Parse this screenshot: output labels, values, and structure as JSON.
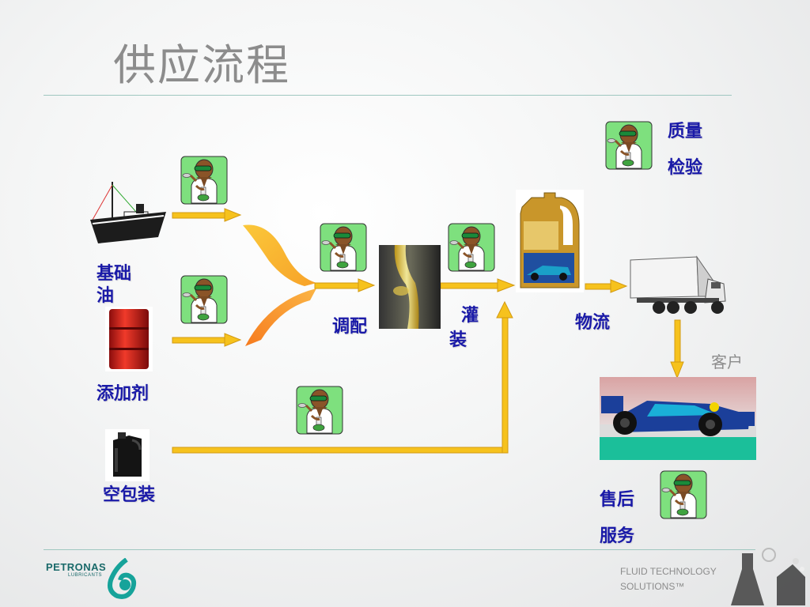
{
  "slide": {
    "title": "供应流程",
    "labels": {
      "base_oil": "基础油",
      "additive": "添加剂",
      "empty_pack": "空包装",
      "blending": "调配",
      "filling_1": "灌",
      "filling_2": "装",
      "logistics": "物流",
      "customer": "客户",
      "qc_1": "质量",
      "qc_2": "检验",
      "aftersales_1": "售后",
      "aftersales_2": "服务"
    },
    "footer": {
      "brand": "PETRONAS",
      "brand_sub": "LUBRICANTS",
      "tagline_1": "FLUID TECHNOLOGY",
      "tagline_2": "SOLUTIONS™"
    },
    "colors": {
      "label_blue": "#1a1aa8",
      "arrow_yellow": "#f6c21d",
      "inspector_green": "#7ee07e",
      "divider": "#9fc7c0",
      "title_grey": "#8c8c8c"
    },
    "icons": [
      "ship-icon",
      "drum-icon",
      "empty-canister-icon",
      "oil-pour-icon",
      "oil-bottle-icon",
      "truck-icon",
      "race-car-image",
      "quality-inspector-icon",
      "petronas-logo"
    ]
  }
}
